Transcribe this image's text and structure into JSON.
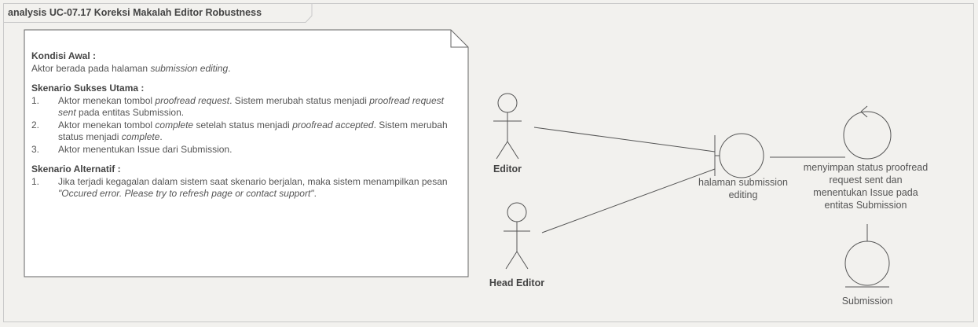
{
  "frame": {
    "title": "analysis UC-07.17 Koreksi Makalah Editor Robustness"
  },
  "note": {
    "initial_heading": "Kondisi Awal :",
    "initial_text_pre": "Aktor berada pada halaman ",
    "initial_text_em": "submission editing",
    "initial_text_post": ".",
    "main_heading": "Skenario Sukses Utama :",
    "main_steps": [
      {
        "num": "1.",
        "parts": [
          [
            "Aktor menekan tombol ",
            false
          ],
          [
            "proofread request",
            true
          ],
          [
            ". Sistem merubah status menjadi ",
            false
          ],
          [
            "proofread request sent",
            true
          ],
          [
            " pada entitas Submission.",
            false
          ]
        ]
      },
      {
        "num": "2.",
        "parts": [
          [
            "Aktor menekan tombol ",
            false
          ],
          [
            "complete",
            true
          ],
          [
            " setelah status menjadi ",
            false
          ],
          [
            "proofread accepted",
            true
          ],
          [
            ". Sistem merubah status menjadi ",
            false
          ],
          [
            "complete",
            true
          ],
          [
            ".",
            false
          ]
        ]
      },
      {
        "num": "3.",
        "parts": [
          [
            "Aktor menentukan Issue dari Submission.",
            false
          ]
        ]
      }
    ],
    "alt_heading": "Skenario Alternatif :",
    "alt_steps": [
      {
        "num": "1.",
        "parts": [
          [
            "Jika terjadi kegagalan dalam sistem saat skenario berjalan, maka sistem menampilkan pesan ",
            false
          ],
          [
            "\"Occured error. Please try to refresh page or contact support\"",
            true
          ],
          [
            ".",
            false
          ]
        ]
      }
    ]
  },
  "actors": {
    "editor": "Editor",
    "head_editor": "Head Editor"
  },
  "boundary": {
    "label": "halaman submission editing"
  },
  "control": {
    "label": "menyimpan status proofread request sent dan menentukan Issue pada entitas Submission"
  },
  "entity": {
    "label": "Submission"
  },
  "colors": {
    "line": "#555555",
    "frame_border": "#c9c9c9",
    "note_border": "#666666"
  }
}
